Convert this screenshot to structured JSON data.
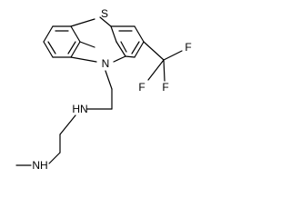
{
  "atoms": {
    "sulfur": "S",
    "ring_nitrogen": "N",
    "fluorine_1": "F",
    "fluorine_2": "F",
    "fluorine_3": "F",
    "amine_1": "HN",
    "amine_2": "NH"
  },
  "colors": {
    "bond": "#000000",
    "label": "#000000",
    "background": "#ffffff"
  }
}
